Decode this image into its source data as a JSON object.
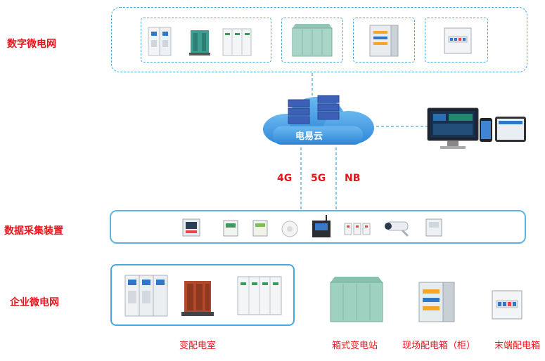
{
  "sections": {
    "digital": "数字微电网",
    "collection": "数据采集装置",
    "enterprise": "企业微电网"
  },
  "cloud": {
    "label": "电易云"
  },
  "networks": [
    "4G",
    "5G",
    "NB"
  ],
  "captions": {
    "substation_room": "变配电室",
    "box_substation": "箱式变电站",
    "field_cabinet": "现场配电箱（柜）",
    "terminal_box": "末端配电箱"
  },
  "colors": {
    "accent_red": "#e8141b",
    "line_blue": "#4aa8d8",
    "cloud_blue": "#3a8fe0"
  }
}
